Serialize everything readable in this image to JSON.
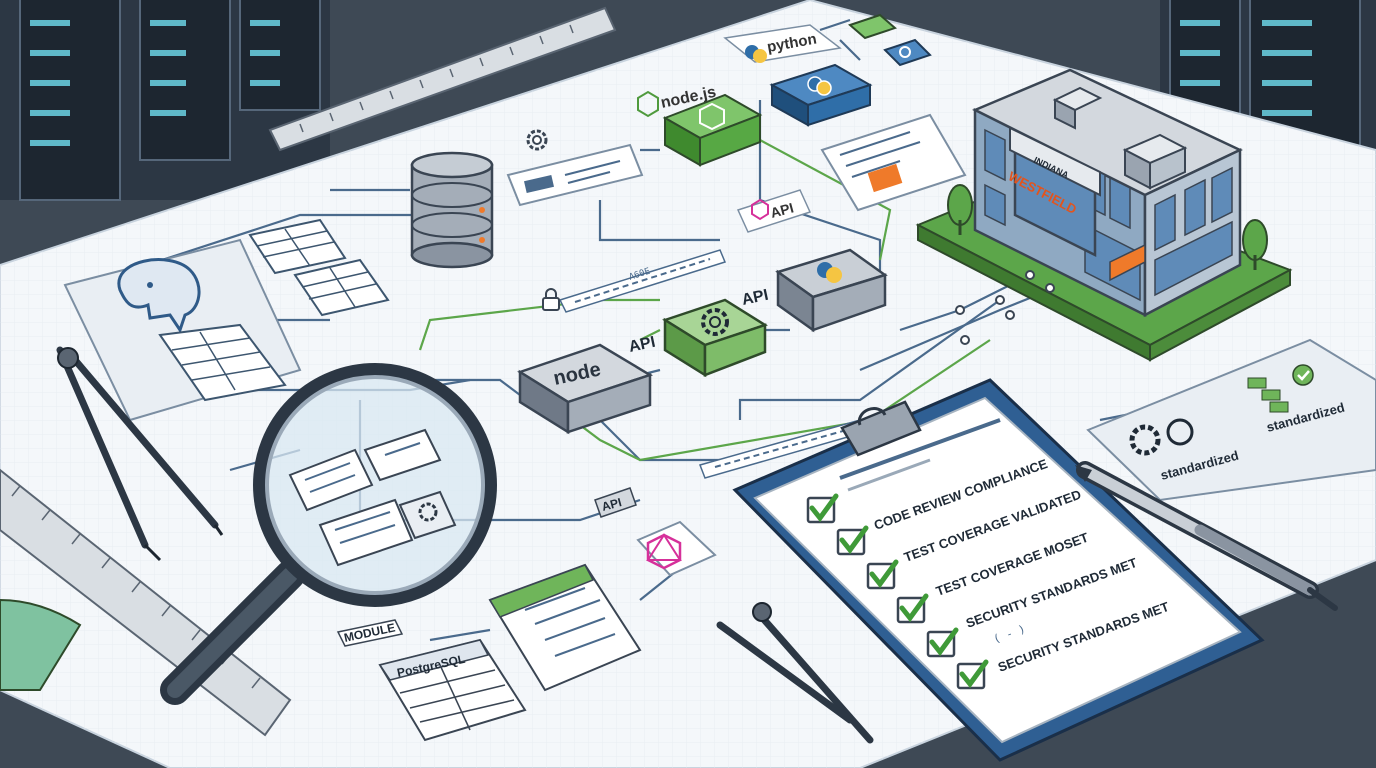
{
  "logos": {
    "nodejs": "node.js",
    "python": "python",
    "node": "node"
  },
  "labels": {
    "api": "API",
    "module": "MODULE",
    "postgresql": "PostgreSQL",
    "standardized": "standardized"
  },
  "building": {
    "name": "WESTFIELD",
    "location": "INDIANA"
  },
  "checklist": {
    "items": [
      "CODE REVIEW COMPLIANCE",
      "TEST COVERAGE VALIDATED",
      "TEST COVERAGE MOSET",
      "SECURITY STANDARDS MET",
      "SECURITY STANDARDS MET"
    ]
  },
  "colors": {
    "paper": "#f4f7fa",
    "line_blue": "#4a6a8c",
    "line_green": "#5ca64a",
    "node_green": "#4f9a3d",
    "python_blue": "#2f6ea8",
    "python_yellow": "#f5c542",
    "graphql_pink": "#d6309a",
    "check_green": "#3f9a38",
    "accent_orange": "#ef7a2a"
  },
  "icons": [
    "gear-icon",
    "database-icon",
    "postgresql-elephant-icon",
    "graphql-icon",
    "lock-icon",
    "magnifier-icon",
    "clipboard-icon",
    "pen-icon",
    "compass-icon",
    "ruler-icon",
    "checkmark-icon"
  ]
}
